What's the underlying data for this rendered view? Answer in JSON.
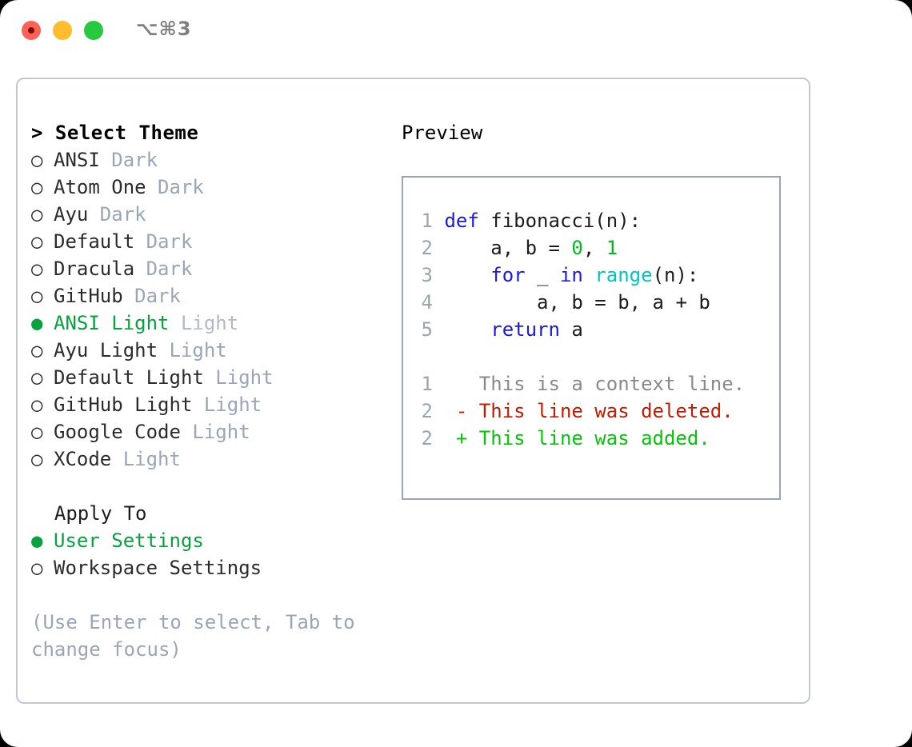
{
  "titlebar": {
    "shortcut_label": "⌥⌘3",
    "buttons": [
      {
        "name": "close",
        "color": "#ff6058"
      },
      {
        "name": "minimize",
        "color": "#ffbd2e"
      },
      {
        "name": "maximize",
        "color": "#28c93f"
      }
    ]
  },
  "colors": {
    "selected_green": "#07a13f",
    "muted_variant": "#9aa5b8",
    "panel_border": "#c3c9d2",
    "preview_border": "#9aa5b1",
    "keyword_blue": "#1a1ae0",
    "builtin_cyan": "#00c3c3",
    "number_green": "#00bb22",
    "diff_delete_red": "#c41c00",
    "diff_add_green": "#06c40a",
    "gutter_grey": "#9aa5b1"
  },
  "theme_picker": {
    "header": "> Select Theme",
    "unselected_marker": "○ ",
    "selected_marker": "● ",
    "items": [
      {
        "name": "ANSI",
        "variant": "Dark",
        "selected": false
      },
      {
        "name": "Atom One",
        "variant": "Dark",
        "selected": false
      },
      {
        "name": "Ayu",
        "variant": "Dark",
        "selected": false
      },
      {
        "name": "Default",
        "variant": "Dark",
        "selected": false
      },
      {
        "name": "Dracula",
        "variant": "Dark",
        "selected": false
      },
      {
        "name": "GitHub",
        "variant": "Dark",
        "selected": false
      },
      {
        "name": "ANSI Light",
        "variant": "Light",
        "selected": true
      },
      {
        "name": "Ayu Light",
        "variant": "Light",
        "selected": false
      },
      {
        "name": "Default Light",
        "variant": "Light",
        "selected": false
      },
      {
        "name": "GitHub Light",
        "variant": "Light",
        "selected": false
      },
      {
        "name": "Google Code",
        "variant": "Light",
        "selected": false
      },
      {
        "name": "XCode",
        "variant": "Light",
        "selected": false
      }
    ]
  },
  "apply_to": {
    "header": "  Apply To",
    "options": [
      {
        "label": "User Settings",
        "selected": true
      },
      {
        "label": "Workspace Settings",
        "selected": false
      }
    ]
  },
  "hint": "(Use Enter to select, Tab to change focus)",
  "preview": {
    "header": "Preview",
    "code_lines": [
      {
        "num": "1",
        "tokens": [
          {
            "t": "def",
            "c": "kw"
          },
          {
            "t": " fibonacci(n):",
            "c": "fn"
          }
        ]
      },
      {
        "num": "2",
        "tokens": [
          {
            "t": "    a, b = ",
            "c": "fn"
          },
          {
            "t": "0",
            "c": "num"
          },
          {
            "t": ", ",
            "c": "fn"
          },
          {
            "t": "1",
            "c": "num"
          }
        ]
      },
      {
        "num": "3",
        "tokens": [
          {
            "t": "    ",
            "c": "fn"
          },
          {
            "t": "for",
            "c": "kw"
          },
          {
            "t": " _ ",
            "c": "fn"
          },
          {
            "t": "in",
            "c": "kw"
          },
          {
            "t": " ",
            "c": "fn"
          },
          {
            "t": "range",
            "c": "bi"
          },
          {
            "t": "(n):",
            "c": "fn"
          }
        ]
      },
      {
        "num": "4",
        "tokens": [
          {
            "t": "        a, b = b, a + b",
            "c": "fn"
          }
        ]
      },
      {
        "num": "5",
        "tokens": [
          {
            "t": "    ",
            "c": "fn"
          },
          {
            "t": "return",
            "c": "kw"
          },
          {
            "t": " a",
            "c": "fn"
          }
        ]
      }
    ],
    "diff_lines": [
      {
        "num": "1",
        "sign": "  ",
        "text": "This is a context line.",
        "kind": "ctx"
      },
      {
        "num": "2",
        "sign": "- ",
        "text": "This line was deleted.",
        "kind": "del"
      },
      {
        "num": "2",
        "sign": "+ ",
        "text": "This line was added.",
        "kind": "add"
      }
    ]
  }
}
